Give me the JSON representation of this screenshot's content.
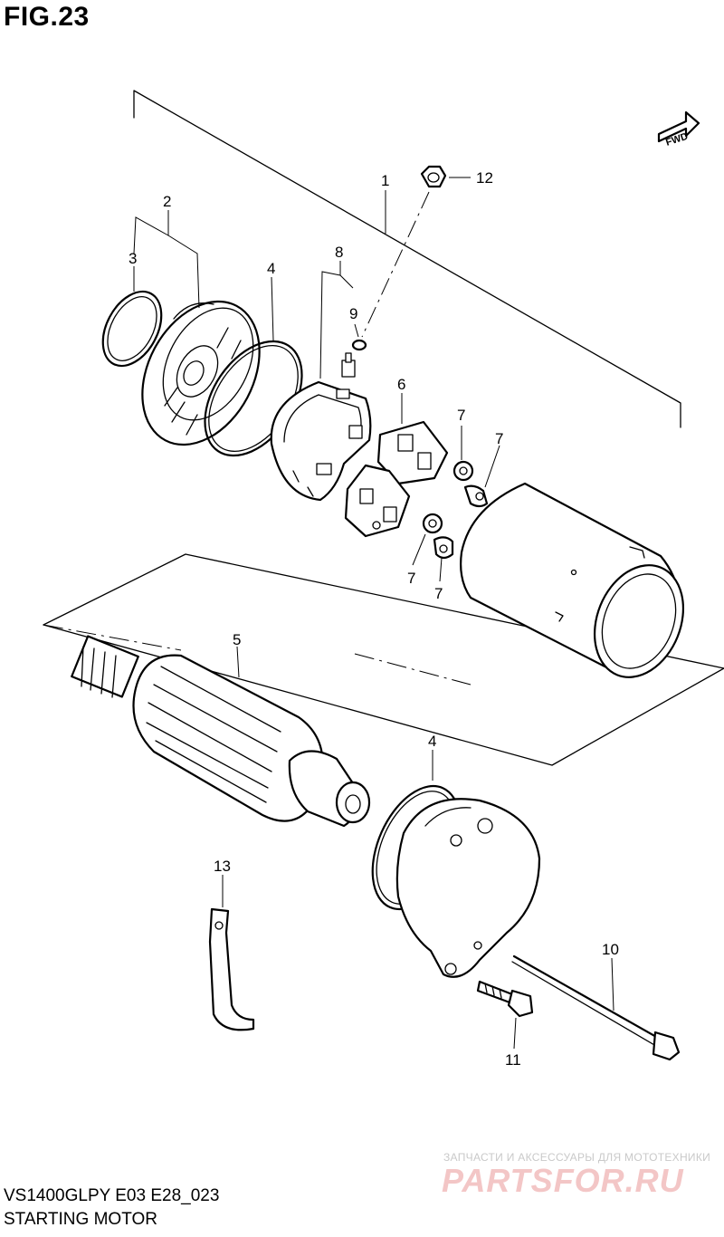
{
  "figure": {
    "title": "FIG.23"
  },
  "direction_badge": {
    "label": "FWD"
  },
  "callouts": [
    {
      "id": "c1",
      "label": "1"
    },
    {
      "id": "c2",
      "label": "2"
    },
    {
      "id": "c3",
      "label": "3"
    },
    {
      "id": "c4a",
      "label": "4"
    },
    {
      "id": "c4b",
      "label": "4"
    },
    {
      "id": "c5",
      "label": "5"
    },
    {
      "id": "c6",
      "label": "6"
    },
    {
      "id": "c7a",
      "label": "7"
    },
    {
      "id": "c7b",
      "label": "7"
    },
    {
      "id": "c7c",
      "label": "7"
    },
    {
      "id": "c7d",
      "label": "7"
    },
    {
      "id": "c8",
      "label": "8"
    },
    {
      "id": "c9",
      "label": "9"
    },
    {
      "id": "c10",
      "label": "10"
    },
    {
      "id": "c11",
      "label": "11"
    },
    {
      "id": "c12",
      "label": "12"
    },
    {
      "id": "c13",
      "label": "13"
    }
  ],
  "footer": {
    "model_code": "VS1400GLPY E03 E28_023",
    "section_title": "STARTING MOTOR"
  },
  "watermark": {
    "tagline": "ЗАПЧАСТИ И АКСЕССУАРЫ ДЛЯ МОТОТЕХНИКИ",
    "brand": "PARTSFOR.RU"
  }
}
